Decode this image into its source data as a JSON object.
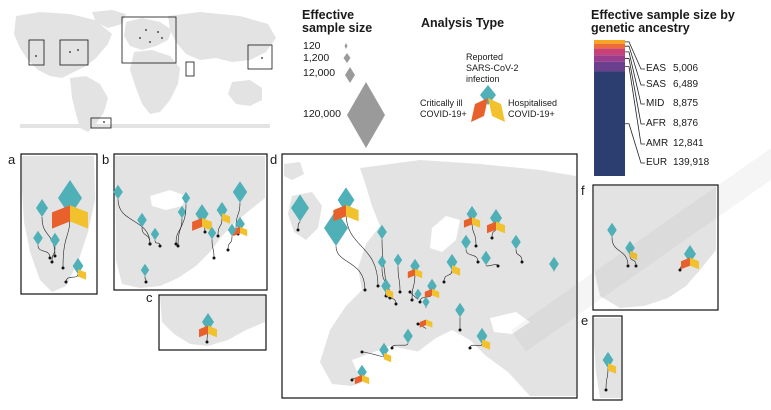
{
  "size_legend": {
    "title": "Effective sample size",
    "scale": [
      {
        "label": "120",
        "value": 120
      },
      {
        "label": "1,200",
        "value": 1200
      },
      {
        "label": "12,000",
        "value": 12000
      },
      {
        "label": "120,000",
        "value": 120000
      }
    ]
  },
  "analysis_legend": {
    "title": "Analysis Type",
    "types": [
      {
        "key": "reported",
        "label": "Reported SARS-CoV-2 infection",
        "color": "#4fb0b8"
      },
      {
        "key": "critical",
        "label": "Critically ill COVID-19+",
        "color": "#e8612c"
      },
      {
        "key": "hospital",
        "label": "Hospitalised COVID-19+",
        "color": "#f2c12e"
      }
    ]
  },
  "ancestry": {
    "title": "Effective sample size by genetic ancestry",
    "groups": [
      {
        "code": "EAS",
        "value": "5,006",
        "n": 5006,
        "color": "#f7a51c"
      },
      {
        "code": "SAS",
        "value": "6,489",
        "n": 6489,
        "color": "#ec6a3c"
      },
      {
        "code": "MID",
        "value": "8,875",
        "n": 8875,
        "color": "#c8427a"
      },
      {
        "code": "AFR",
        "value": "8,876",
        "n": 8876,
        "color": "#9a3d8d"
      },
      {
        "code": "AMR",
        "value": "12,841",
        "n": 12841,
        "color": "#6a3f8e"
      },
      {
        "code": "EUR",
        "value": "139,918",
        "n": 139918,
        "color": "#2c3e70"
      }
    ]
  },
  "panels": [
    {
      "letter": "a"
    },
    {
      "letter": "b"
    },
    {
      "letter": "c"
    },
    {
      "letter": "d"
    },
    {
      "letter": "e"
    },
    {
      "letter": "f"
    }
  ],
  "colors": {
    "land": "#e3e3e3",
    "panel_border": "#111111",
    "scale_diamond": "#9a9a9a",
    "leader": "#222222"
  }
}
